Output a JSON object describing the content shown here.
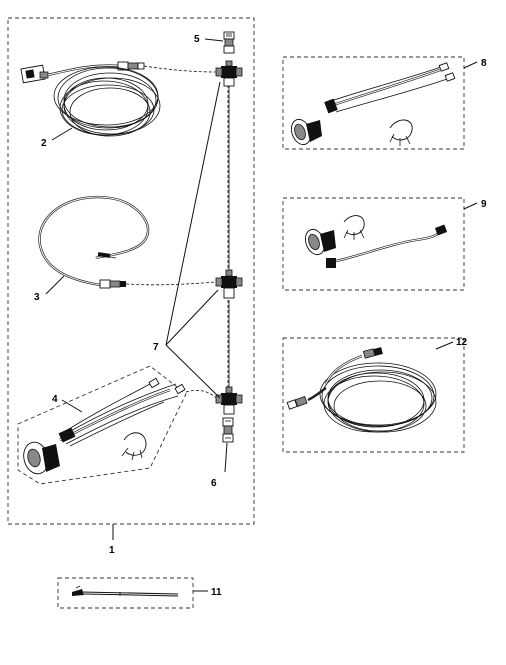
{
  "callouts": {
    "c1": "1",
    "c2": "2",
    "c3": "3",
    "c4": "4",
    "c5": "5",
    "c6": "6",
    "c7": "7",
    "c8": "8",
    "c9": "9",
    "c11": "11",
    "c12": "12"
  }
}
